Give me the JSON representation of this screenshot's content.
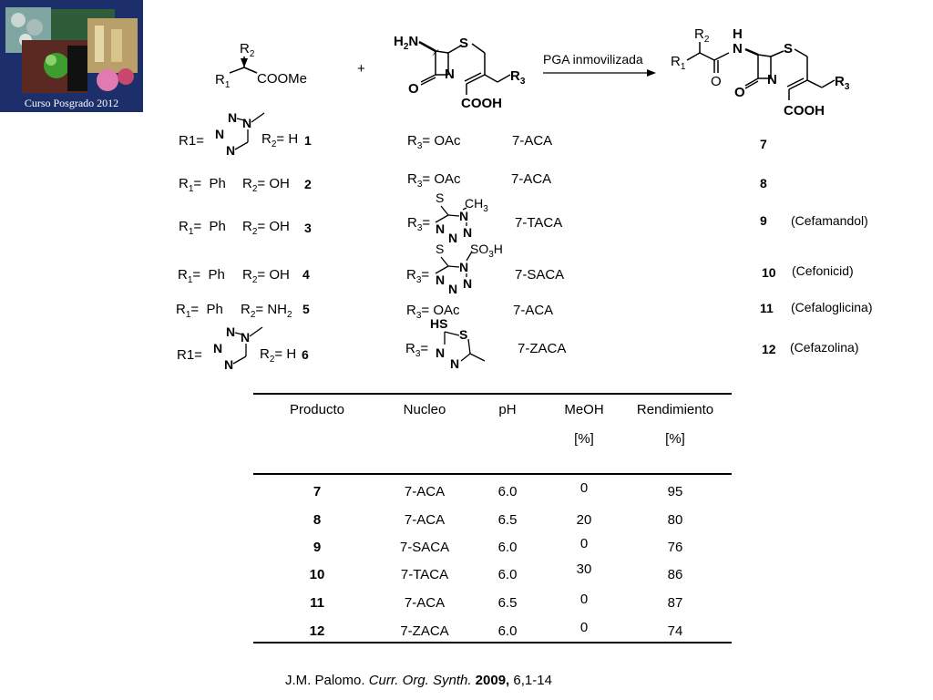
{
  "logo": {
    "caption": "Curso Posgrado 2012"
  },
  "reaction": {
    "reagent_label_r1": "R1",
    "reagent_label_r2": "R2",
    "ester_group": "COOMe",
    "plus": "+",
    "nucleus_amine": "H2N",
    "nucleus_s": "S",
    "nucleus_n": "N",
    "nucleus_o": "O",
    "nucleus_r3": "R3",
    "nucleus_acid": "COOH",
    "enzyme": "PGA inmovilizada",
    "product_r1": "R1",
    "product_r2": "R2",
    "product_nh": "H",
    "product_n": "N",
    "product_s": "S",
    "product_o": "O",
    "product_o2": "O",
    "product_n2": "N",
    "product_r3": "R3",
    "product_acid": "COOH"
  },
  "substituents": [
    {
      "r1": "R1=",
      "r1_text": "",
      "r2": "R2= H",
      "num": "1",
      "r3": "R3= OAc",
      "nucleus": "7-ACA",
      "product": "7",
      "name": ""
    },
    {
      "r1": "R1=",
      "r1_text": "Ph",
      "r2": "R2= OH",
      "num": "2",
      "r3": "R3= OAc",
      "nucleus": "7-ACA",
      "product": "8",
      "name": ""
    },
    {
      "r1": "R1=",
      "r1_text": "Ph",
      "r2": "R2= OH",
      "num": "3",
      "r3": "R3=",
      "nucleus": "7-TACA",
      "product": "9",
      "name": "(Cefamandol)"
    },
    {
      "r1": "R1=",
      "r1_text": "Ph",
      "r2": "R2= OH",
      "num": "4",
      "r3": "R3=",
      "nucleus": "7-SACA",
      "product": "10",
      "name": "(Cefonicid)"
    },
    {
      "r1": "R1=",
      "r1_text": "Ph",
      "r2": "R2= NH2",
      "num": "5",
      "r3": "R3= OAc",
      "nucleus": "7-ACA",
      "product": "11",
      "name": "(Cefaloglicina)"
    },
    {
      "r1": "R1=",
      "r1_text": "",
      "r2": "R2= H",
      "num": "6",
      "r3": "R3=",
      "nucleus": "7-ZACA",
      "product": "12",
      "name": "(Cefazolina)"
    }
  ],
  "heterocycles": {
    "tetrazole_n": "N",
    "tetrazole_methyl_s": "S",
    "tetrazole_ch3": "CH3",
    "tetrazole_so3h": "SO3H",
    "thiadiazole_hs": "HS",
    "thiadiazole_s": "S",
    "thiadiazole_n": "N"
  },
  "table": {
    "headers": [
      "Producto",
      "Nucleo",
      "pH",
      "MeOH",
      "Rendimiento"
    ],
    "units": [
      "",
      "",
      "",
      "[%]",
      "[%]"
    ],
    "rows": [
      [
        "7",
        "7-ACA",
        "6.0",
        "0",
        "95"
      ],
      [
        "8",
        "7-ACA",
        "6.5",
        "20",
        "80"
      ],
      [
        "9",
        "7-SACA",
        "6.0",
        "0",
        "76"
      ],
      [
        "10",
        "7-TACA",
        "6.0",
        "30",
        "86"
      ],
      [
        "11",
        "7-ACA",
        "6.5",
        "0",
        "87"
      ],
      [
        "12",
        "7-ZACA",
        "6.0",
        "0",
        "74"
      ]
    ]
  },
  "reference": {
    "authors": "J.M. Palomo. ",
    "journal": "Curr. Org. Synth.",
    "year": " 2009,",
    "pages": " 6,1-14"
  }
}
